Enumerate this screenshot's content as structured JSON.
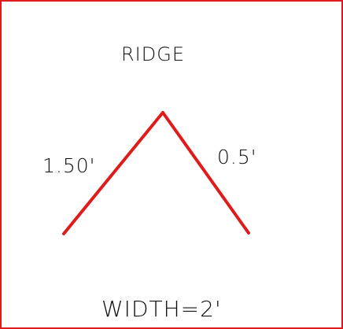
{
  "labels": {
    "title": "RIDGE",
    "left_side": "1.50'",
    "right_side": "0.5'",
    "width": "WIDTH=2'"
  },
  "colors": {
    "border": "#e01b1b",
    "line": "#e01b1b",
    "text": "#111111",
    "background": "#ffffff"
  }
}
